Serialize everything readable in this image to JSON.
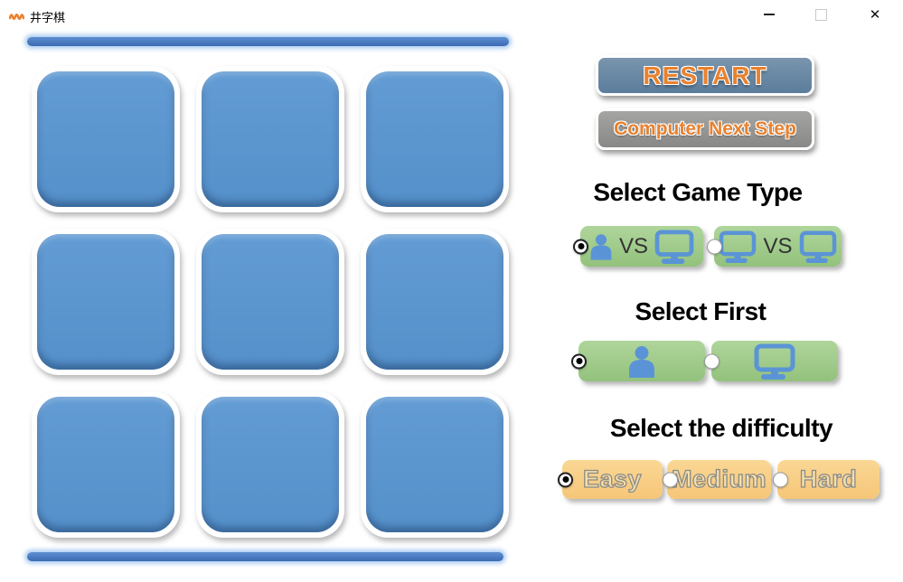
{
  "window": {
    "title": "井字棋",
    "close_glyph": "✕"
  },
  "controls": {
    "restart_label": "RESTART",
    "computer_next_label": "Computer Next Step"
  },
  "game_type": {
    "heading": "Select Game Type",
    "vs_label": "VS",
    "options": [
      {
        "name": "human-vs-computer",
        "selected": true
      },
      {
        "name": "computer-vs-computer",
        "selected": false
      }
    ]
  },
  "first": {
    "heading": "Select First",
    "options": [
      {
        "name": "human-first",
        "selected": true
      },
      {
        "name": "computer-first",
        "selected": false
      }
    ]
  },
  "difficulty": {
    "heading": "Select the difficulty",
    "options": [
      {
        "label": "Easy",
        "selected": true
      },
      {
        "label": "Medium",
        "selected": false
      },
      {
        "label": "Hard",
        "selected": false
      }
    ]
  },
  "colors": {
    "cell_blue": "#5994CE",
    "bar_blue": "#4478C4",
    "button_green": "#A3CC8E",
    "button_orange": "#F9D088",
    "accent_orange": "#E8822F",
    "icon_blue": "#5B94D6",
    "restart_blue": "#64819F",
    "gray_button": "#949492"
  }
}
